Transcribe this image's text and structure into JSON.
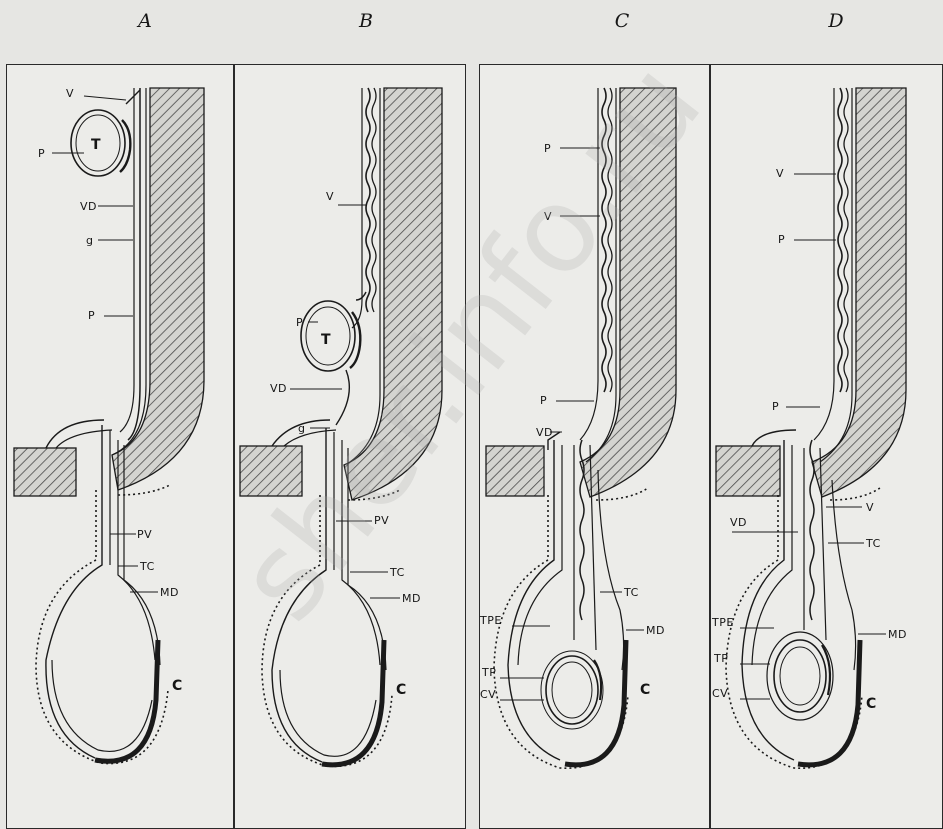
{
  "panels": [
    {
      "id": "A",
      "title": "A",
      "labels": {
        "V": "V",
        "T": "T",
        "P_testis": "P",
        "VD": "VD",
        "g": "g",
        "P_main": "P",
        "PV": "PV",
        "TC": "TC",
        "MD": "MD",
        "C": "C"
      }
    },
    {
      "id": "B",
      "title": "B",
      "labels": {
        "V": "V",
        "P": "P",
        "T": "T",
        "VD": "VD",
        "g": "g",
        "PV": "PV",
        "TC": "TC",
        "MD": "MD",
        "C": "C"
      }
    },
    {
      "id": "C",
      "title": "C",
      "labels": {
        "P_top": "P",
        "V": "V",
        "P_low": "P",
        "VD": "VD",
        "TC": "TC",
        "TPE": "TPE",
        "MD": "MD",
        "TP": "TP",
        "CV": "CV",
        "C": "C"
      }
    },
    {
      "id": "D",
      "title": "D",
      "labels": {
        "V_top": "V",
        "P_top": "P",
        "P_low": "P",
        "V_low": "V",
        "VD": "VD",
        "TC": "TC",
        "TPE": "TPE",
        "MD": "MD",
        "TP": "TP",
        "CV": "CV",
        "C": "C"
      }
    }
  ],
  "watermark": "sher.info.ru"
}
